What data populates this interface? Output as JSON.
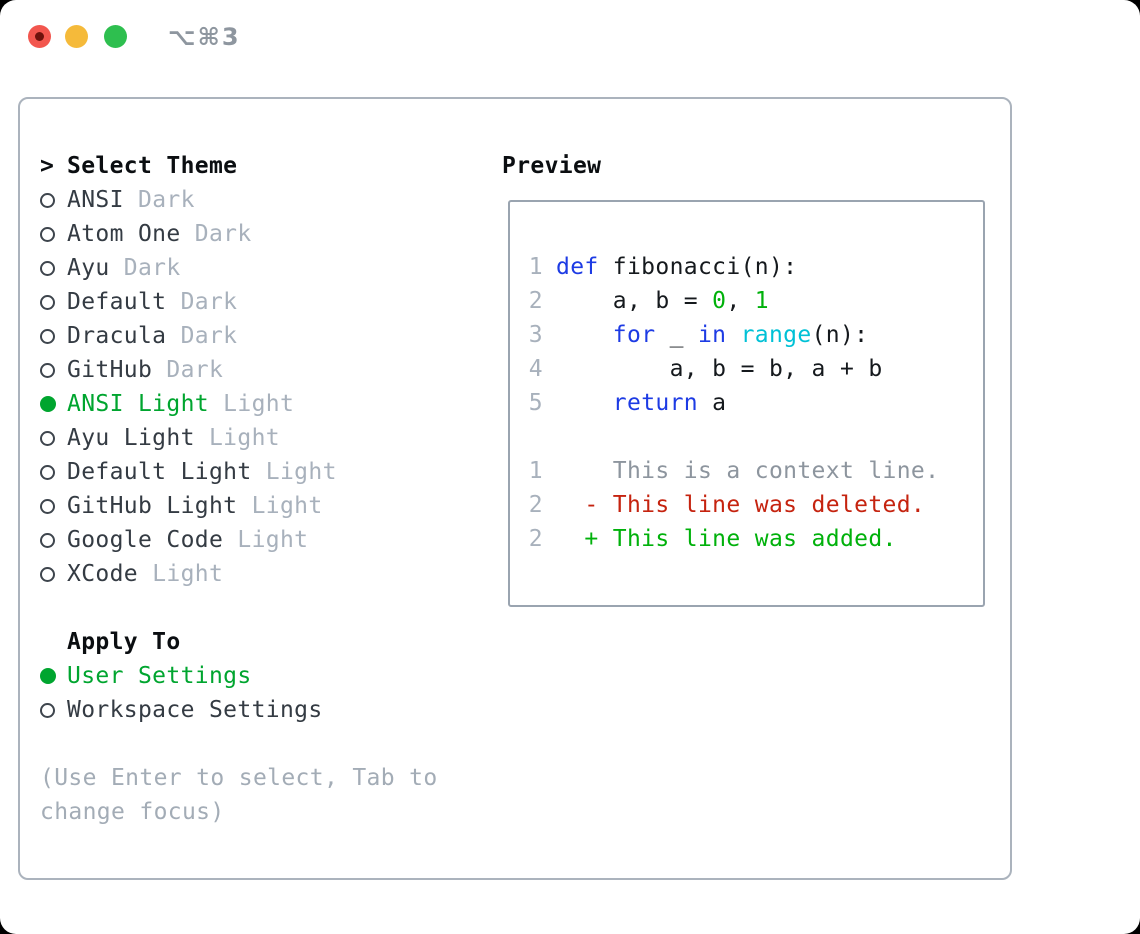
{
  "titlebar": {
    "title": "⌥⌘3"
  },
  "theme_list": {
    "prompt": ">",
    "header": "Select Theme",
    "items": [
      {
        "name": "ANSI",
        "variant": "Dark",
        "selected": false
      },
      {
        "name": "Atom One",
        "variant": "Dark",
        "selected": false
      },
      {
        "name": "Ayu",
        "variant": "Dark",
        "selected": false
      },
      {
        "name": "Default",
        "variant": "Dark",
        "selected": false
      },
      {
        "name": "Dracula",
        "variant": "Dark",
        "selected": false
      },
      {
        "name": "GitHub",
        "variant": "Dark",
        "selected": false
      },
      {
        "name": "ANSI Light",
        "variant": "Light",
        "selected": true
      },
      {
        "name": "Ayu Light",
        "variant": "Light",
        "selected": false
      },
      {
        "name": "Default Light",
        "variant": "Light",
        "selected": false
      },
      {
        "name": "GitHub Light",
        "variant": "Light",
        "selected": false
      },
      {
        "name": "Google Code",
        "variant": "Light",
        "selected": false
      },
      {
        "name": "XCode",
        "variant": "Light",
        "selected": false
      }
    ]
  },
  "apply_to": {
    "header": "Apply To",
    "options": [
      {
        "label": "User Settings",
        "selected": true
      },
      {
        "label": "Workspace Settings",
        "selected": false
      }
    ]
  },
  "help": {
    "line1": "(Use Enter to select, Tab to",
    "line2": "change focus)"
  },
  "preview": {
    "header": "Preview",
    "lines": [
      {
        "no": "1",
        "tokens": [
          {
            "t": "def",
            "c": "kw"
          },
          {
            "t": " fibonacci(n):",
            "c": "pl"
          }
        ]
      },
      {
        "no": "2",
        "tokens": [
          {
            "t": "    a, b = ",
            "c": "pl"
          },
          {
            "t": "0",
            "c": "num"
          },
          {
            "t": ", ",
            "c": "pl"
          },
          {
            "t": "1",
            "c": "num"
          }
        ]
      },
      {
        "no": "3",
        "tokens": [
          {
            "t": "    ",
            "c": "pl"
          },
          {
            "t": "for",
            "c": "kw"
          },
          {
            "t": " _ ",
            "c": "pl"
          },
          {
            "t": "in",
            "c": "kw"
          },
          {
            "t": " ",
            "c": "pl"
          },
          {
            "t": "range",
            "c": "fn"
          },
          {
            "t": "(n):",
            "c": "pl"
          }
        ]
      },
      {
        "no": "4",
        "tokens": [
          {
            "t": "        a, b = b, a + b",
            "c": "pl"
          }
        ]
      },
      {
        "no": "5",
        "tokens": [
          {
            "t": "    ",
            "c": "pl"
          },
          {
            "t": "return",
            "c": "kw"
          },
          {
            "t": " a",
            "c": "pl"
          }
        ]
      },
      {
        "no": "",
        "tokens": []
      },
      {
        "no": "1",
        "tokens": [
          {
            "t": "    This is a context line.",
            "c": "ctx"
          }
        ]
      },
      {
        "no": "2",
        "tokens": [
          {
            "t": "  - This line was deleted.",
            "c": "del"
          }
        ]
      },
      {
        "no": "2",
        "tokens": [
          {
            "t": "  + This line was added.",
            "c": "add"
          }
        ]
      }
    ]
  },
  "colors": {
    "accent_green": "#00a52f",
    "keyword_blue": "#1d3be4",
    "builtin_cyan": "#00c1d6",
    "number_green": "#00b10b",
    "diff_red": "#c5230f",
    "diff_green": "#00b10b",
    "muted_gray": "#a8b1bc",
    "traffic_red": "#f2564e",
    "traffic_yellow": "#f5ba3a",
    "traffic_green": "#2ebf4f"
  }
}
